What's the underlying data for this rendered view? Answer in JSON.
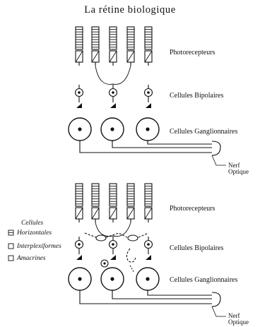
{
  "title": "La rétine biologique",
  "top_panel": {
    "photoreceptors": "Photorecepteurs",
    "bipolar": "Cellules Bipolaires",
    "ganglion": "Cellules Ganglionnaires",
    "nerve_line1": "Nerf",
    "nerve_line2": "Optique"
  },
  "bottom_panel": {
    "photoreceptors": "Photorecepteurs",
    "bipolar": "Cellules Bipolaires",
    "ganglion": "Cellules Ganglionnaires",
    "nerve_line1": "Nerf",
    "nerve_line2": "Optique",
    "legend_heading": "Cellules",
    "legend_items": [
      "Horizontales",
      "Interplexiformes",
      "Amacrines"
    ]
  }
}
